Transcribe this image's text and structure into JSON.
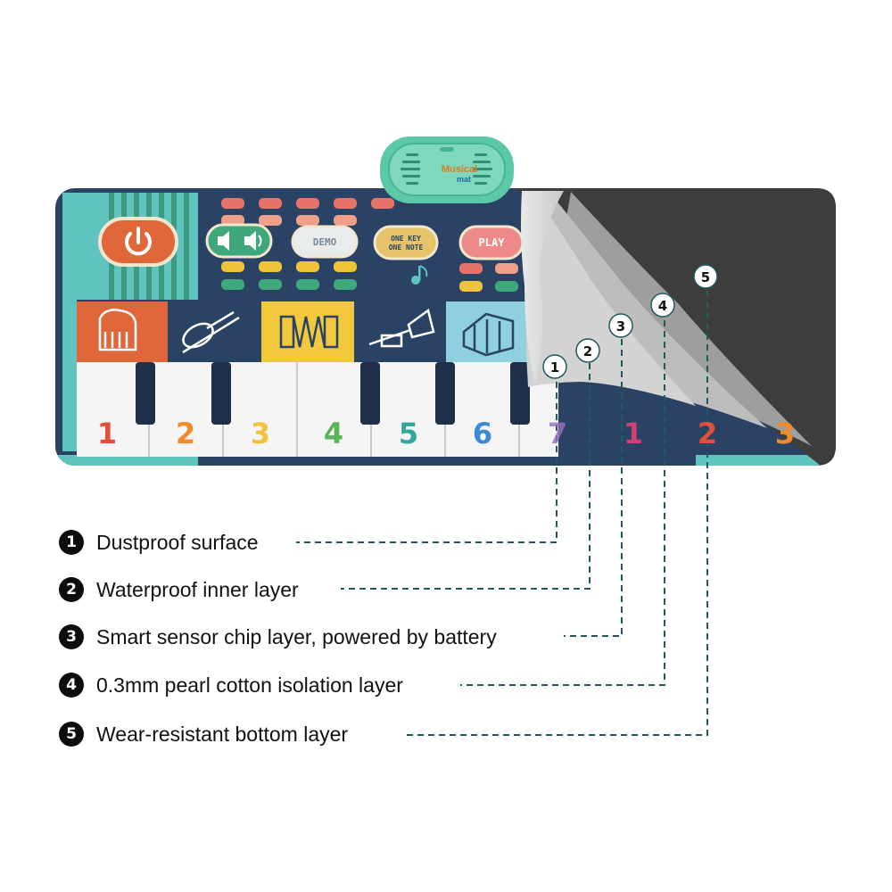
{
  "device": {
    "logo_line1": "Musical",
    "logo_line2": "mat"
  },
  "control_panel": {
    "demo_label": "DEMO",
    "one_key_line1": "ONE KEY",
    "one_key_line2": "ONE NOTE",
    "play_label": "PLAY"
  },
  "keys": [
    "1",
    "2",
    "3",
    "4",
    "5",
    "6",
    "7",
    "1",
    "2",
    "3"
  ],
  "layer_callouts": [
    "1",
    "2",
    "3",
    "4",
    "5"
  ],
  "legend": [
    {
      "num": "1",
      "text": "Dustproof surface"
    },
    {
      "num": "2",
      "text": "Waterproof inner layer"
    },
    {
      "num": "3",
      "text": "Smart sensor chip layer, powered by battery"
    },
    {
      "num": "4",
      "text": "0.3mm pearl cotton isolation layer"
    },
    {
      "num": "5",
      "text": "Wear-resistant bottom layer"
    }
  ],
  "colors": {
    "mat_navy": "#2a4264",
    "mat_teal": "#5fc4bd",
    "device_green": "#5bc9a8",
    "power_orange": "#e0673a",
    "layer_dark": "#3b3b3b",
    "leader_line": "#1e5a5e"
  }
}
